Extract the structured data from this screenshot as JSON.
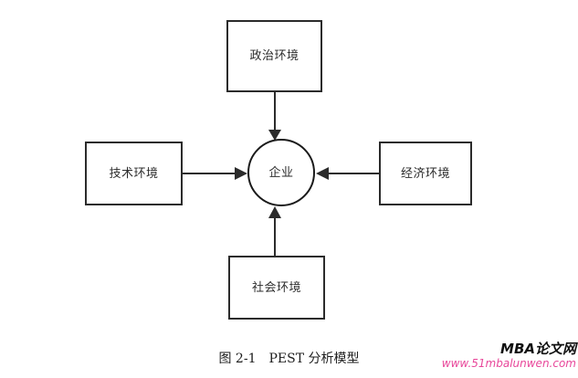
{
  "figure": {
    "caption": "图 2-1　PEST 分析模型",
    "center": {
      "label": "企业",
      "shape": "circle"
    },
    "nodes": [
      {
        "id": "political",
        "label": "政治环境",
        "position": "top"
      },
      {
        "id": "technological",
        "label": "技术环境",
        "position": "left"
      },
      {
        "id": "economic",
        "label": "经济环境",
        "position": "right"
      },
      {
        "id": "social",
        "label": "社会环境",
        "position": "bottom"
      }
    ],
    "arrows": [
      {
        "from": "political",
        "to": "center",
        "direction": "down"
      },
      {
        "from": "technological",
        "to": "center",
        "direction": "right"
      },
      {
        "from": "economic",
        "to": "center",
        "direction": "left"
      },
      {
        "from": "social",
        "to": "center",
        "direction": "up"
      }
    ],
    "colors": {
      "stroke": "#2b2b2b",
      "circle_stroke": "#1a1a1a",
      "background": "#ffffff",
      "text": "#2b2b2b",
      "caption_text": "#1c1c1c",
      "watermark_brand": "#111111",
      "watermark_url": "#e8479a"
    }
  },
  "watermark": {
    "brand": "MBA论文网",
    "url": "www.51mbalunwen.com"
  }
}
